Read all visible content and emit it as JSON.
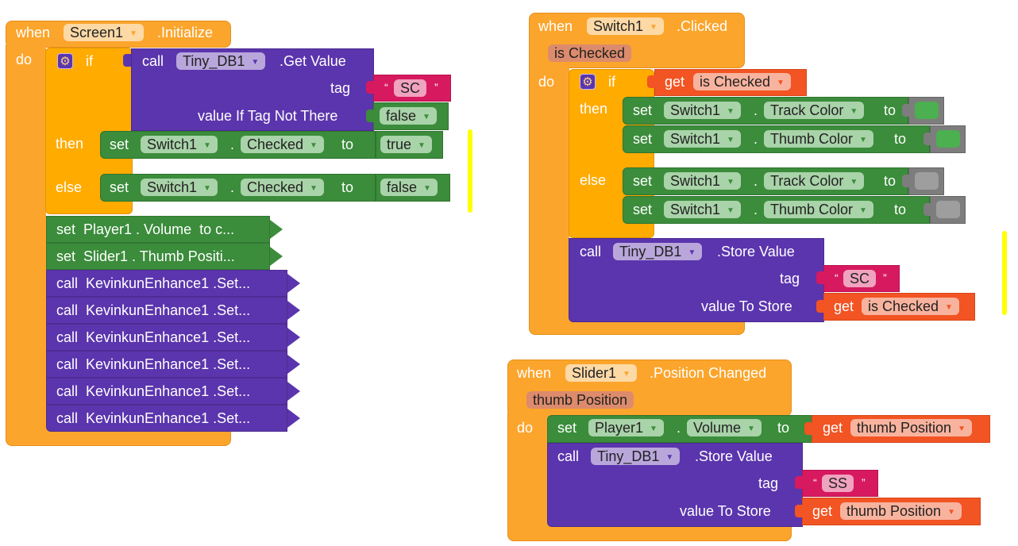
{
  "screen_init": {
    "when": "when",
    "component": "Screen1",
    "event": ".Initialize",
    "do": "do",
    "if_label": "if",
    "then_label": "then",
    "else_label": "else",
    "get_value_call": "call",
    "get_value_component": "Tiny_DB1",
    "get_value_method": ".Get Value",
    "tag_label": "tag",
    "tag_value": "SC",
    "default_label": "value If Tag Not There",
    "default_value": "false",
    "then_set": {
      "set": "set",
      "component": "Switch1",
      "dot": ".",
      "property": "Checked",
      "to": "to",
      "value": "true"
    },
    "else_set": {
      "set": "set",
      "component": "Switch1",
      "dot": ".",
      "property": "Checked",
      "to": "to",
      "value": "false"
    },
    "collapsed": [
      {
        "label": "set  Player1 . Volume  to c...",
        "kind": "setter"
      },
      {
        "label": "set  Slider1 . Thumb Positi...",
        "kind": "setter"
      },
      {
        "label": "call  KevinkunEnhance1 .Set...",
        "kind": "method"
      },
      {
        "label": "call  KevinkunEnhance1 .Set...",
        "kind": "method"
      },
      {
        "label": "call  KevinkunEnhance1 .Set...",
        "kind": "method"
      },
      {
        "label": "call  KevinkunEnhance1 .Set...",
        "kind": "method"
      },
      {
        "label": "call  KevinkunEnhance1 .Set...",
        "kind": "method"
      },
      {
        "label": "call  KevinkunEnhance1 .Set...",
        "kind": "method"
      }
    ]
  },
  "switch_clicked": {
    "when": "when",
    "component": "Switch1",
    "event": ".Clicked",
    "param": "is Checked",
    "do": "do",
    "if_label": "if",
    "then_label": "then",
    "else_label": "else",
    "condition_get": "get",
    "condition_var": "is Checked",
    "then_sets": [
      {
        "set": "set",
        "component": "Switch1",
        "dot": ".",
        "property": "Track Color",
        "to": "to",
        "color": "#4caf50"
      },
      {
        "set": "set",
        "component": "Switch1",
        "dot": ".",
        "property": "Thumb Color",
        "to": "to",
        "color": "#4caf50"
      }
    ],
    "else_sets": [
      {
        "set": "set",
        "component": "Switch1",
        "dot": ".",
        "property": "Track Color",
        "to": "to",
        "color": "#9e9e9e"
      },
      {
        "set": "set",
        "component": "Switch1",
        "dot": ".",
        "property": "Thumb Color",
        "to": "to",
        "color": "#9e9e9e"
      }
    ],
    "store_call": "call",
    "store_component": "Tiny_DB1",
    "store_method": ".Store Value",
    "tag_label": "tag",
    "tag_value": "SC",
    "value_label": "value To Store",
    "value_get": "get",
    "value_var": "is Checked"
  },
  "slider_changed": {
    "when": "when",
    "component": "Slider1",
    "event": ".Position Changed",
    "param": "thumb Position",
    "do": "do",
    "set": {
      "set": "set",
      "component": "Player1",
      "dot": ".",
      "property": "Volume",
      "to": "to",
      "get": "get",
      "var": "thumb Position"
    },
    "store_call": "call",
    "store_component": "Tiny_DB1",
    "store_method": ".Store Value",
    "tag_label": "tag",
    "tag_value": "SS",
    "value_label": "value To Store",
    "value_get": "get",
    "value_var": "thumb Position"
  },
  "quote_open": "“",
  "quote_close": "”",
  "dropdown_arrow": "▼",
  "gear_glyph": "⚙",
  "colors": {
    "event": "#fca52c",
    "control": "#ffab00",
    "procedure": "#5b35ad",
    "setter": "#3b8c3b",
    "variable": "#f25423",
    "text": "#d7195f",
    "color_block": "#7d7d7d",
    "annotation": "#ffff00"
  }
}
